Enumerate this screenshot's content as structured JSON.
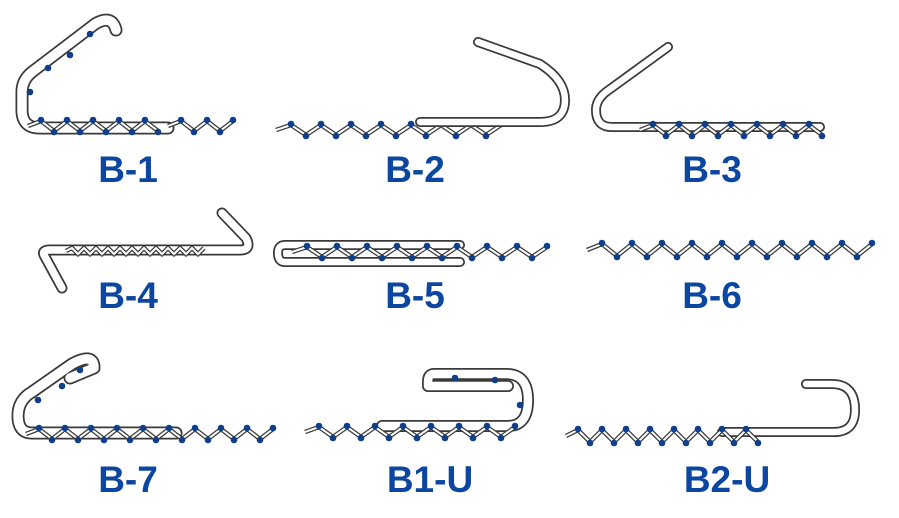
{
  "colors": {
    "label": "#0b46a0",
    "outline": "#3a3a3a",
    "dot": "#0d3f8a"
  },
  "items": [
    {
      "id": "b1",
      "label": "B-1"
    },
    {
      "id": "b2",
      "label": "B-2"
    },
    {
      "id": "b3",
      "label": "B-3"
    },
    {
      "id": "b4",
      "label": "B-4"
    },
    {
      "id": "b5",
      "label": "B-5"
    },
    {
      "id": "b6",
      "label": "B-6"
    },
    {
      "id": "b7",
      "label": "B-7"
    },
    {
      "id": "b1u",
      "label": "B1-U"
    },
    {
      "id": "b2u",
      "label": "B2-U"
    }
  ]
}
